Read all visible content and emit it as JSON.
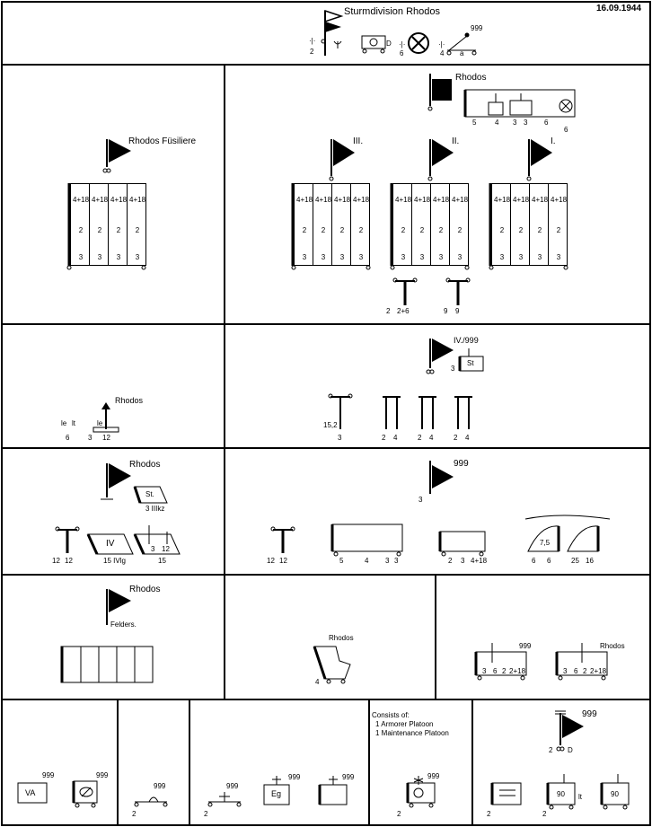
{
  "header": {
    "title": "Sturmdivision Rhodos",
    "date": "16.09.1944",
    "numbers": [
      "2",
      "D",
      "6",
      "999",
      "4",
      "a"
    ]
  },
  "sections": {
    "fusiliers": {
      "label": "Rhodos Füsiliere",
      "company_value": "4+18",
      "sub_a": "2",
      "sub_b": "3"
    },
    "rhodos_hq": {
      "label": "Rhodos",
      "hq_numbers": [
        "5",
        "4",
        "3",
        "3",
        "6",
        "6"
      ],
      "battalions": [
        "III.",
        "II.",
        "I."
      ],
      "company_value": "4+18",
      "sub_a": "2",
      "sub_b": "3",
      "support_numbers": [
        "2",
        "2+6",
        "9",
        "9"
      ]
    },
    "artillery_left": {
      "label": "Rhodos",
      "numbers": [
        "6",
        "3",
        "12"
      ]
    },
    "artillery_right": {
      "label": "IV./999",
      "st_label": "St",
      "numbers": [
        "3",
        "15,2",
        "3",
        "2",
        "4",
        "2",
        "4",
        "2",
        "4"
      ]
    },
    "engineers_left": {
      "label": "Rhodos",
      "st_label": "St.",
      "st_sub": "3 IIIkz",
      "iv_label": "IV",
      "numbers": [
        "12",
        "12",
        "15 IVlg",
        "3",
        "12",
        "15"
      ]
    },
    "engineers_right": {
      "label": "999",
      "numbers": [
        "3",
        "12",
        "12",
        "5",
        "4",
        "3",
        "3",
        "2",
        "3",
        "4+18",
        "7,5",
        "6",
        "6",
        "25",
        "16"
      ]
    },
    "field_replacement": {
      "label": "Rhodos",
      "sub_label": "Felders."
    },
    "signals_middle": {
      "label": "Rhodos",
      "numbers": [
        "4"
      ]
    },
    "signals_right": {
      "units": [
        {
          "label": "999",
          "numbers": [
            "3",
            "6",
            "2",
            "2+18"
          ]
        },
        {
          "label": "Rhodos",
          "numbers": [
            "3",
            "6",
            "2",
            "2+18"
          ]
        }
      ]
    },
    "bottom": {
      "va": {
        "label": "VA",
        "code": "999"
      },
      "vet": {
        "code": "999"
      },
      "smith": {
        "code": "999",
        "number": "2"
      },
      "medical": {
        "code": "999",
        "number": "2"
      },
      "eg": {
        "label": "Eg",
        "code": "999"
      },
      "hospital": {
        "code": "999"
      },
      "maintenance": {
        "note_title": "Consists of:",
        "note_lines": [
          "1 Armorer Platoon",
          "1 Maintenance Platoon"
        ],
        "code": "999",
        "number": "2"
      },
      "supply": {
        "code": "999",
        "numbers": [
          "2",
          "D",
          "2",
          "2"
        ],
        "box_label": "90",
        "box_label2": "90",
        "lt": "lt"
      }
    }
  }
}
